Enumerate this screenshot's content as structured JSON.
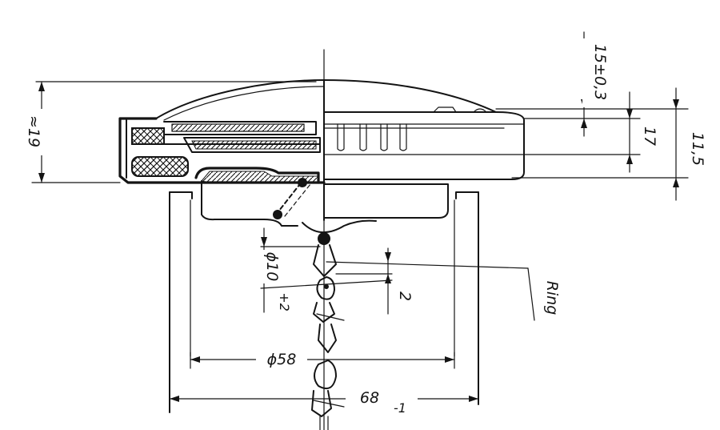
{
  "drawing": {
    "labels": {
      "height_total": "≈19",
      "dim_top": "15±0,3",
      "dim_17": "17",
      "dim_11_5": "11,5",
      "phi_10": "ϕ10",
      "plus_2": "+2",
      "dim_2": "2",
      "ring": "Ring",
      "phi_58": "ϕ58",
      "dim_68": "68",
      "tol_68": "-1"
    },
    "colors": {
      "ink": "#141414",
      "paper": "#ffffff",
      "hatch": "#9a9a9a"
    }
  }
}
